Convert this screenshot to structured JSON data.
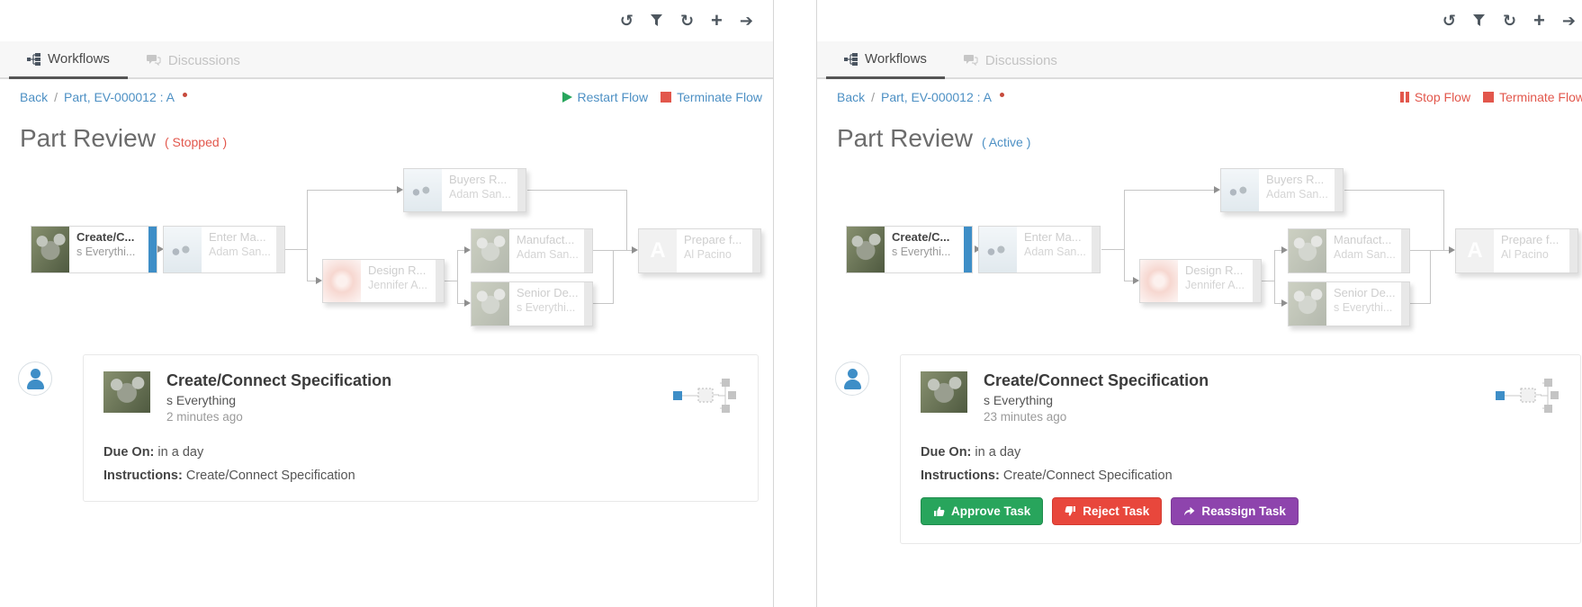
{
  "colors": {
    "link_blue": "#4d90c4",
    "danger_red": "#e2574c",
    "success_green": "#28a55c",
    "reassign_purple": "#8e44ad",
    "active_node_bar": "#3e8ec7",
    "title_gray": "#6c6c6c"
  },
  "panels": [
    {
      "side": "left",
      "toolbar": {
        "icons": [
          "history-icon",
          "filter-icon",
          "refresh-icon",
          "add-icon",
          "forward-icon"
        ]
      },
      "tabs": [
        {
          "label": "Workflows",
          "active": true,
          "icon": "workflow-icon"
        },
        {
          "label": "Discussions",
          "active": false,
          "icon": "discussions-icon"
        }
      ],
      "breadcrumb": {
        "back": "Back",
        "separator": "/",
        "item": "Part, EV-000012 : A"
      },
      "flow_actions": [
        {
          "label": "Restart Flow",
          "icon": "play-icon",
          "icon_color": "#28a55c",
          "text_color": "#4d90c4"
        },
        {
          "label": "Terminate Flow",
          "icon": "stop-square-icon",
          "icon_color": "#e2574c",
          "text_color": "#4d90c4"
        }
      ],
      "header": {
        "title": "Part Review",
        "status": "( Stopped )",
        "status_color": "#e2574c"
      },
      "diagram": {
        "nodes": [
          {
            "title": "Create/C...",
            "subtitle": "s Everythi...",
            "image": "koala",
            "state": "active"
          },
          {
            "title": "Enter Ma...",
            "subtitle": "Adam San...",
            "image": "penguins",
            "state": "pending"
          },
          {
            "title": "Buyers R...",
            "subtitle": "Adam San...",
            "image": "penguins",
            "state": "pending"
          },
          {
            "title": "Design R...",
            "subtitle": "Jennifer A...",
            "image": "flower",
            "state": "pending"
          },
          {
            "title": "Manufact...",
            "subtitle": "Adam San...",
            "image": "koala",
            "state": "pending"
          },
          {
            "title": "Senior De...",
            "subtitle": "s Everythi...",
            "image": "koala",
            "state": "pending"
          },
          {
            "title": "Prepare f...",
            "subtitle": "Al Pacino",
            "image": "letter-a",
            "letter": "A",
            "state": "pending"
          }
        ]
      },
      "task_card": {
        "title": "Create/Connect Specification",
        "assignee": "s Everything",
        "time_ago": "2 minutes ago",
        "due_label": "Due On:",
        "due_value": "in a day",
        "instructions_label": "Instructions:",
        "instructions_value": "Create/Connect Specification",
        "buttons": []
      }
    },
    {
      "side": "right",
      "toolbar": {
        "icons": [
          "history-icon",
          "filter-icon",
          "refresh-icon",
          "add-icon",
          "forward-icon"
        ]
      },
      "tabs": [
        {
          "label": "Workflows",
          "active": true,
          "icon": "workflow-icon"
        },
        {
          "label": "Discussions",
          "active": false,
          "icon": "discussions-icon"
        }
      ],
      "breadcrumb": {
        "back": "Back",
        "separator": "/",
        "item": "Part, EV-000012 : A"
      },
      "flow_actions": [
        {
          "label": "Stop Flow",
          "icon": "pause-icon",
          "icon_color": "#e2574c",
          "text_color": "#e2574c"
        },
        {
          "label": "Terminate Flow",
          "icon": "stop-square-icon",
          "icon_color": "#e2574c",
          "text_color": "#e2574c"
        }
      ],
      "header": {
        "title": "Part Review",
        "status": "( Active )",
        "status_color": "#4d90c4"
      },
      "diagram": {
        "nodes": [
          {
            "title": "Create/C...",
            "subtitle": "s Everythi...",
            "image": "koala",
            "state": "active"
          },
          {
            "title": "Enter Ma...",
            "subtitle": "Adam San...",
            "image": "penguins",
            "state": "pending"
          },
          {
            "title": "Buyers R...",
            "subtitle": "Adam San...",
            "image": "penguins",
            "state": "pending"
          },
          {
            "title": "Design R...",
            "subtitle": "Jennifer A...",
            "image": "flower",
            "state": "pending"
          },
          {
            "title": "Manufact...",
            "subtitle": "Adam San...",
            "image": "koala",
            "state": "pending"
          },
          {
            "title": "Senior De...",
            "subtitle": "s Everythi...",
            "image": "koala",
            "state": "pending"
          },
          {
            "title": "Prepare f...",
            "subtitle": "Al Pacino",
            "image": "letter-a",
            "letter": "A",
            "state": "pending"
          }
        ]
      },
      "task_card": {
        "title": "Create/Connect Specification",
        "assignee": "s Everything",
        "time_ago": "23 minutes ago",
        "due_label": "Due On:",
        "due_value": "in a day",
        "instructions_label": "Instructions:",
        "instructions_value": "Create/Connect Specification",
        "buttons": [
          {
            "label": "Approve Task",
            "icon": "thumbs-up-icon",
            "color": "#28a55c"
          },
          {
            "label": "Reject Task",
            "icon": "thumbs-down-icon",
            "color": "#e8473c"
          },
          {
            "label": "Reassign Task",
            "icon": "forward-arrow-icon",
            "color": "#8e44ad"
          }
        ]
      }
    }
  ]
}
